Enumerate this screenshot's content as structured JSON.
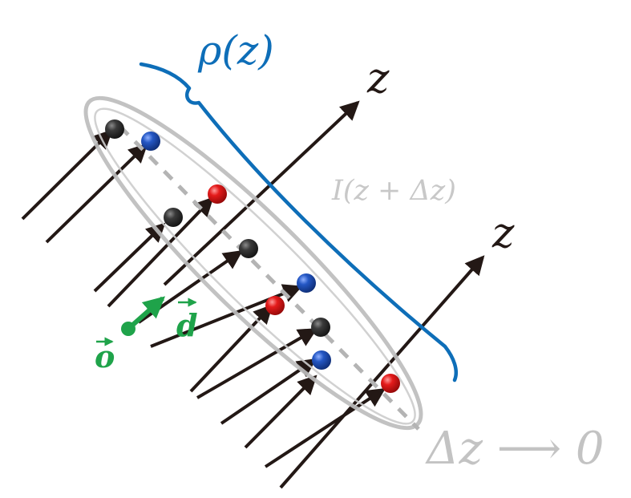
{
  "labels": {
    "rho": "ρ(z)",
    "z_top": "z",
    "z_right": "z",
    "intensity": "I(z + Δz)",
    "delta": "Δz ⟶ 0",
    "origin": "o",
    "direction": "d"
  },
  "colors": {
    "ray": "#231815",
    "brace": "#0e6eb8",
    "disk": "#bdbdbd",
    "dash": "#b4b4b4",
    "intensity_text": "#c8c8c8",
    "delta_text": "#c3c3c3",
    "origin_vector": "#1fa34a",
    "particle_black": "#2a2a2a",
    "particle_blue": "#1f4fb0",
    "particle_red": "#e01919"
  },
  "particles": [
    {
      "color": "black"
    },
    {
      "color": "blue"
    },
    {
      "color": "red"
    },
    {
      "color": "black"
    },
    {
      "color": "black"
    },
    {
      "color": "blue"
    },
    {
      "color": "red"
    },
    {
      "color": "black"
    },
    {
      "color": "blue"
    },
    {
      "color": "red"
    }
  ]
}
